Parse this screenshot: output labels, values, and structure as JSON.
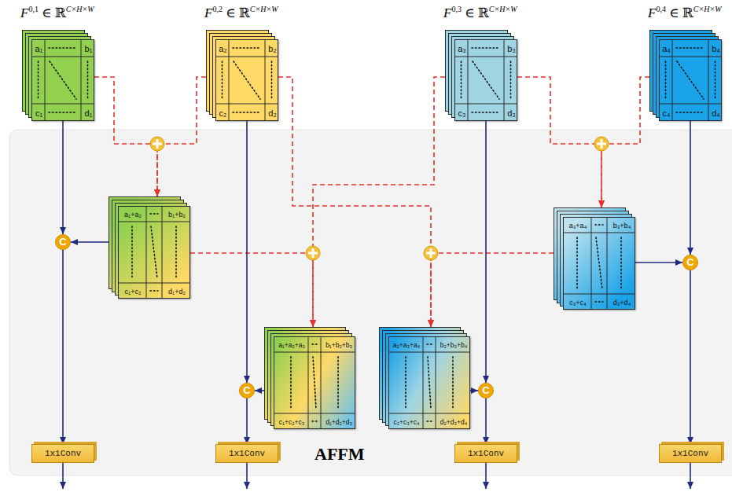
{
  "diagram": {
    "nodes": [
      {
        "text": [
          "F",
          "0,1",
          "∈ ℝ",
          "C×H×W",
          "a₁",
          "b₁",
          "c₁",
          "d₁"
        ]
      },
      {
        "text": [
          "F",
          "0,2",
          "∈ ℝ",
          "C×H×W",
          "a₂",
          "b₂",
          "c₂",
          "d₂"
        ]
      },
      {
        "text": [
          "F",
          "0,3",
          "∈ ℝ",
          "C×H×W",
          "a₃",
          "b₃",
          "c₃",
          "d₃"
        ]
      },
      {
        "text": [
          "F",
          "0,4",
          "∈ ℝ",
          "C×H×W",
          "a₄",
          "b₄",
          "c₄",
          "d₄"
        ]
      },
      {
        "text": [
          "AFFM"
        ]
      },
      {
        "text": [
          "a₁+a₂",
          "b₁+b₂",
          "c₁+c₂",
          "d₁+d₂"
        ],
        "in": 4
      },
      {
        "text": [
          "a₃+a₄",
          "b₃+b₄",
          "c₃+c₄",
          "d₃+d₄"
        ],
        "in": 4
      },
      {
        "text": [
          "C"
        ],
        "in": 4
      },
      {
        "text": [
          "C"
        ],
        "in": 4
      },
      {
        "text": [
          "a₁+a₂+a₃",
          "b₁+b₂+b₃",
          "c₁+c₂+c₃",
          "d₁+d₂+d₃"
        ],
        "in": 4
      },
      {
        "text": [
          "a₂+a₃+a₄",
          "b₂+b₃+b₄",
          "c₂+c₃+c₄",
          "d₂+d₃+d₄"
        ],
        "in": 4
      },
      {
        "text": [
          "C"
        ],
        "in": 4
      },
      {
        "text": [
          "C"
        ],
        "in": 4
      },
      {
        "text": [
          "1x1Conv"
        ],
        "in": 4
      },
      {
        "text": [
          "1x1Conv"
        ],
        "in": 4
      },
      {
        "text": [
          "1x1Conv"
        ],
        "in": 4
      },
      {
        "text": [
          "1x1Conv"
        ],
        "in": 4
      }
    ],
    "edges": [
      {
        "from": 0,
        "to": 5,
        "arrow": "to"
      },
      {
        "from": 1,
        "to": 5,
        "arrow": "to"
      },
      {
        "from": 2,
        "to": 6,
        "arrow": "to"
      },
      {
        "from": 3,
        "to": 6,
        "arrow": "to"
      },
      {
        "from": 5,
        "to": 9,
        "arrow": "to"
      },
      {
        "from": 2,
        "to": 9,
        "arrow": "to"
      },
      {
        "from": 1,
        "to": 10,
        "arrow": "to"
      },
      {
        "from": 6,
        "to": 10,
        "arrow": "to"
      },
      {
        "from": 0,
        "to": 7,
        "arrow": "to"
      },
      {
        "from": 5,
        "to": 7,
        "arrow": "to"
      },
      {
        "from": 7,
        "to": 13,
        "arrow": "to"
      },
      {
        "from": 1,
        "to": 11,
        "arrow": "to"
      },
      {
        "from": 9,
        "to": 11,
        "arrow": "to"
      },
      {
        "from": 11,
        "to": 14,
        "arrow": "to"
      },
      {
        "from": 2,
        "to": 12,
        "arrow": "to"
      },
      {
        "from": 10,
        "to": 12,
        "arrow": "to"
      },
      {
        "from": 12,
        "to": 15,
        "arrow": "to"
      },
      {
        "from": 3,
        "to": 8,
        "arrow": "to"
      },
      {
        "from": 6,
        "to": 8,
        "arrow": "to"
      },
      {
        "from": 8,
        "to": 16,
        "arrow": "to"
      }
    ]
  }
}
